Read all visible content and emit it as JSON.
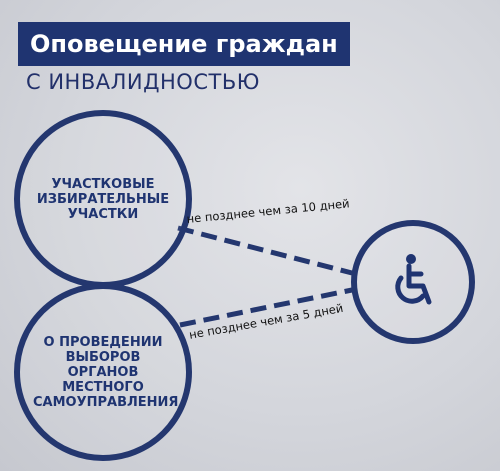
{
  "header": {
    "title": "Оповещение граждан",
    "subtitle": "С ИНВАЛИДНОСТЬЮ"
  },
  "nodes": {
    "polling_stations": "УЧАСТКОВЫЕ ИЗБИРАТЕЛЬНЫЕ УЧАСТКИ",
    "elections": "О ПРОВЕДЕНИИ ВЫБОРОВ ОРГАНОВ МЕСТНОГО САМОУПРАВЛЕНИЯ"
  },
  "edges": {
    "deadline_10": "не позднее чем за 10 дней",
    "deadline_5": "не позднее чем за 5 дней"
  },
  "icons": {
    "target": "wheelchair-icon"
  },
  "colors": {
    "primary": "#1f3471",
    "background": "#d4d6dc"
  }
}
